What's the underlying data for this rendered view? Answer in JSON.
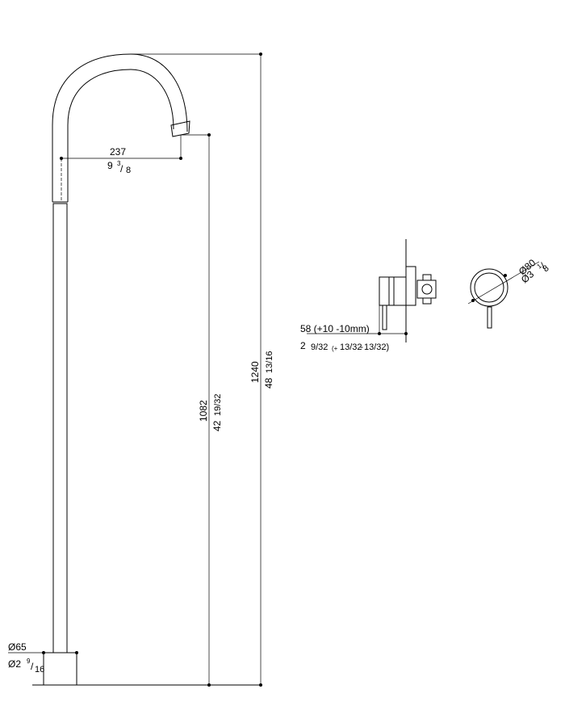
{
  "spout": {
    "reach": {
      "mm": "237",
      "inch_whole": "9",
      "inch_num": "3",
      "inch_den": "8"
    },
    "outlet_height": {
      "mm": "1082",
      "inch_whole": "42",
      "inch_frac": "19/32"
    },
    "overall_height": {
      "mm": "1240",
      "inch_whole": "48",
      "inch_frac": "13/16"
    },
    "base_diameter": {
      "mm": "Ø65",
      "inch_whole": "Ø2",
      "inch_num": "9",
      "inch_den": "16"
    }
  },
  "mixer": {
    "projection": {
      "mm": "58 (+10 -10mm)",
      "inch_whole": "2",
      "inch_frac": "9/32",
      "open": "(+",
      "tol_plus": "13/32",
      "sep": "-",
      "tol_minus": "13/32)"
    },
    "plate_diameter": {
      "mm": "Ø80",
      "inch_whole": "Ø3",
      "inch_num": "1",
      "inch_den": "8"
    }
  }
}
